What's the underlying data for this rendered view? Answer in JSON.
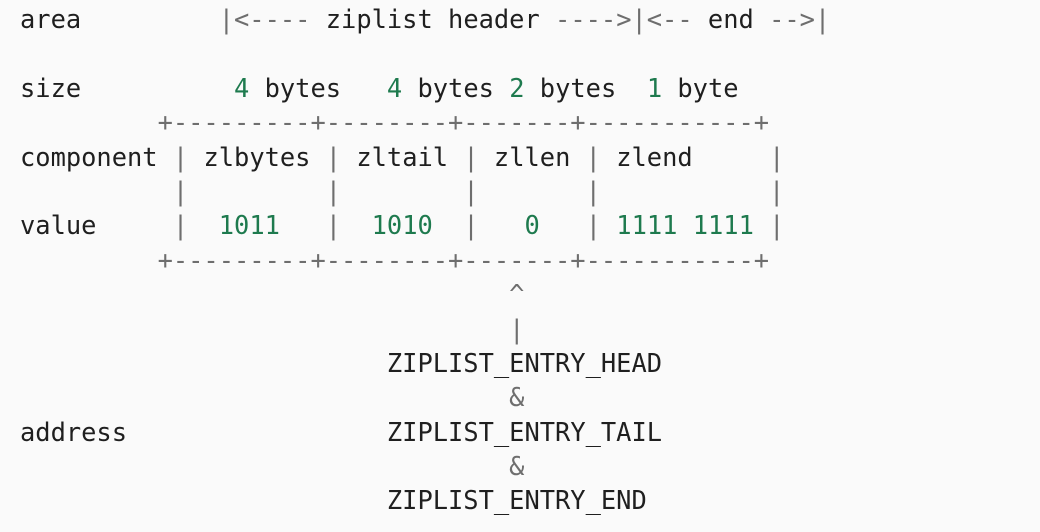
{
  "lines": [
    [
      {
        "t": "area",
        "k": "label",
        "n": "row-label-area"
      },
      {
        "t": "         ",
        "k": "txt"
      },
      {
        "t": "|<---- ",
        "k": "border"
      },
      {
        "t": "ziplist header",
        "k": "txt",
        "n": "ziplist-header-label"
      },
      {
        "t": " ---->|<-- ",
        "k": "border"
      },
      {
        "t": "end",
        "k": "txt",
        "n": "end-label"
      },
      {
        "t": " -->|",
        "k": "border"
      }
    ],
    [],
    [
      {
        "t": "size",
        "k": "label",
        "n": "row-label-size"
      },
      {
        "t": "          ",
        "k": "txt"
      },
      {
        "t": "4",
        "k": "num"
      },
      {
        "t": " bytes   ",
        "k": "txt"
      },
      {
        "t": "4",
        "k": "num"
      },
      {
        "t": " bytes ",
        "k": "txt"
      },
      {
        "t": "2",
        "k": "num"
      },
      {
        "t": " bytes  ",
        "k": "txt"
      },
      {
        "t": "1",
        "k": "num"
      },
      {
        "t": " byte",
        "k": "txt"
      }
    ],
    [
      {
        "t": "         ",
        "k": "txt"
      },
      {
        "t": "+---------+--------+-------+-----------+",
        "k": "border",
        "n": "table-top-border"
      }
    ],
    [
      {
        "t": "component",
        "k": "label",
        "n": "row-label-component"
      },
      {
        "t": " ",
        "k": "txt"
      },
      {
        "t": "|",
        "k": "border"
      },
      {
        "t": " zlbytes ",
        "k": "txt",
        "n": "field-zlbytes"
      },
      {
        "t": "|",
        "k": "border"
      },
      {
        "t": " zltail ",
        "k": "txt",
        "n": "field-zltail"
      },
      {
        "t": "|",
        "k": "border"
      },
      {
        "t": " zllen ",
        "k": "txt",
        "n": "field-zllen"
      },
      {
        "t": "|",
        "k": "border"
      },
      {
        "t": " zlend     ",
        "k": "txt",
        "n": "field-zlend"
      },
      {
        "t": "|",
        "k": "border"
      }
    ],
    [
      {
        "t": "          ",
        "k": "txt"
      },
      {
        "t": "|         |        |       |           |",
        "k": "border"
      }
    ],
    [
      {
        "t": "value",
        "k": "label",
        "n": "row-label-value"
      },
      {
        "t": "     ",
        "k": "txt"
      },
      {
        "t": "|",
        "k": "border"
      },
      {
        "t": "  ",
        "k": "txt"
      },
      {
        "t": "1011",
        "k": "num",
        "n": "value-zlbytes"
      },
      {
        "t": "   ",
        "k": "txt"
      },
      {
        "t": "|",
        "k": "border"
      },
      {
        "t": "  ",
        "k": "txt"
      },
      {
        "t": "1010",
        "k": "num",
        "n": "value-zltail"
      },
      {
        "t": "  ",
        "k": "txt"
      },
      {
        "t": "|",
        "k": "border"
      },
      {
        "t": "   ",
        "k": "txt"
      },
      {
        "t": "0",
        "k": "num",
        "n": "value-zllen"
      },
      {
        "t": "   ",
        "k": "txt"
      },
      {
        "t": "|",
        "k": "border"
      },
      {
        "t": " ",
        "k": "txt"
      },
      {
        "t": "1111 1111",
        "k": "num",
        "n": "value-zlend"
      },
      {
        "t": " ",
        "k": "txt"
      },
      {
        "t": "|",
        "k": "border"
      }
    ],
    [
      {
        "t": "         ",
        "k": "txt"
      },
      {
        "t": "+---------+--------+-------+-----------+",
        "k": "border",
        "n": "table-bottom-border"
      }
    ],
    [
      {
        "t": "                                ",
        "k": "txt"
      },
      {
        "t": "^",
        "k": "border",
        "n": "pointer-arrowhead"
      }
    ],
    [
      {
        "t": "                                ",
        "k": "txt"
      },
      {
        "t": "|",
        "k": "border",
        "n": "pointer-shaft"
      }
    ],
    [
      {
        "t": "                        ",
        "k": "txt"
      },
      {
        "t": "ZIPLIST_ENTRY_HEAD",
        "k": "txt",
        "n": "macro-entry-head"
      }
    ],
    [
      {
        "t": "                                ",
        "k": "txt"
      },
      {
        "t": "&",
        "k": "border",
        "n": "ampersand"
      }
    ],
    [
      {
        "t": "address",
        "k": "label",
        "n": "row-label-address"
      },
      {
        "t": "                 ",
        "k": "txt"
      },
      {
        "t": "ZIPLIST_ENTRY_TAIL",
        "k": "txt",
        "n": "macro-entry-tail"
      }
    ],
    [
      {
        "t": "                                ",
        "k": "txt"
      },
      {
        "t": "&",
        "k": "border",
        "n": "ampersand"
      }
    ],
    [
      {
        "t": "                        ",
        "k": "txt"
      },
      {
        "t": "ZIPLIST_ENTRY_END",
        "k": "txt",
        "n": "macro-entry-end"
      }
    ]
  ],
  "colors": {
    "text": "#1f1f1f",
    "number": "#1e7a4e",
    "border": "#6e6e6e",
    "background": "#fafafa"
  }
}
